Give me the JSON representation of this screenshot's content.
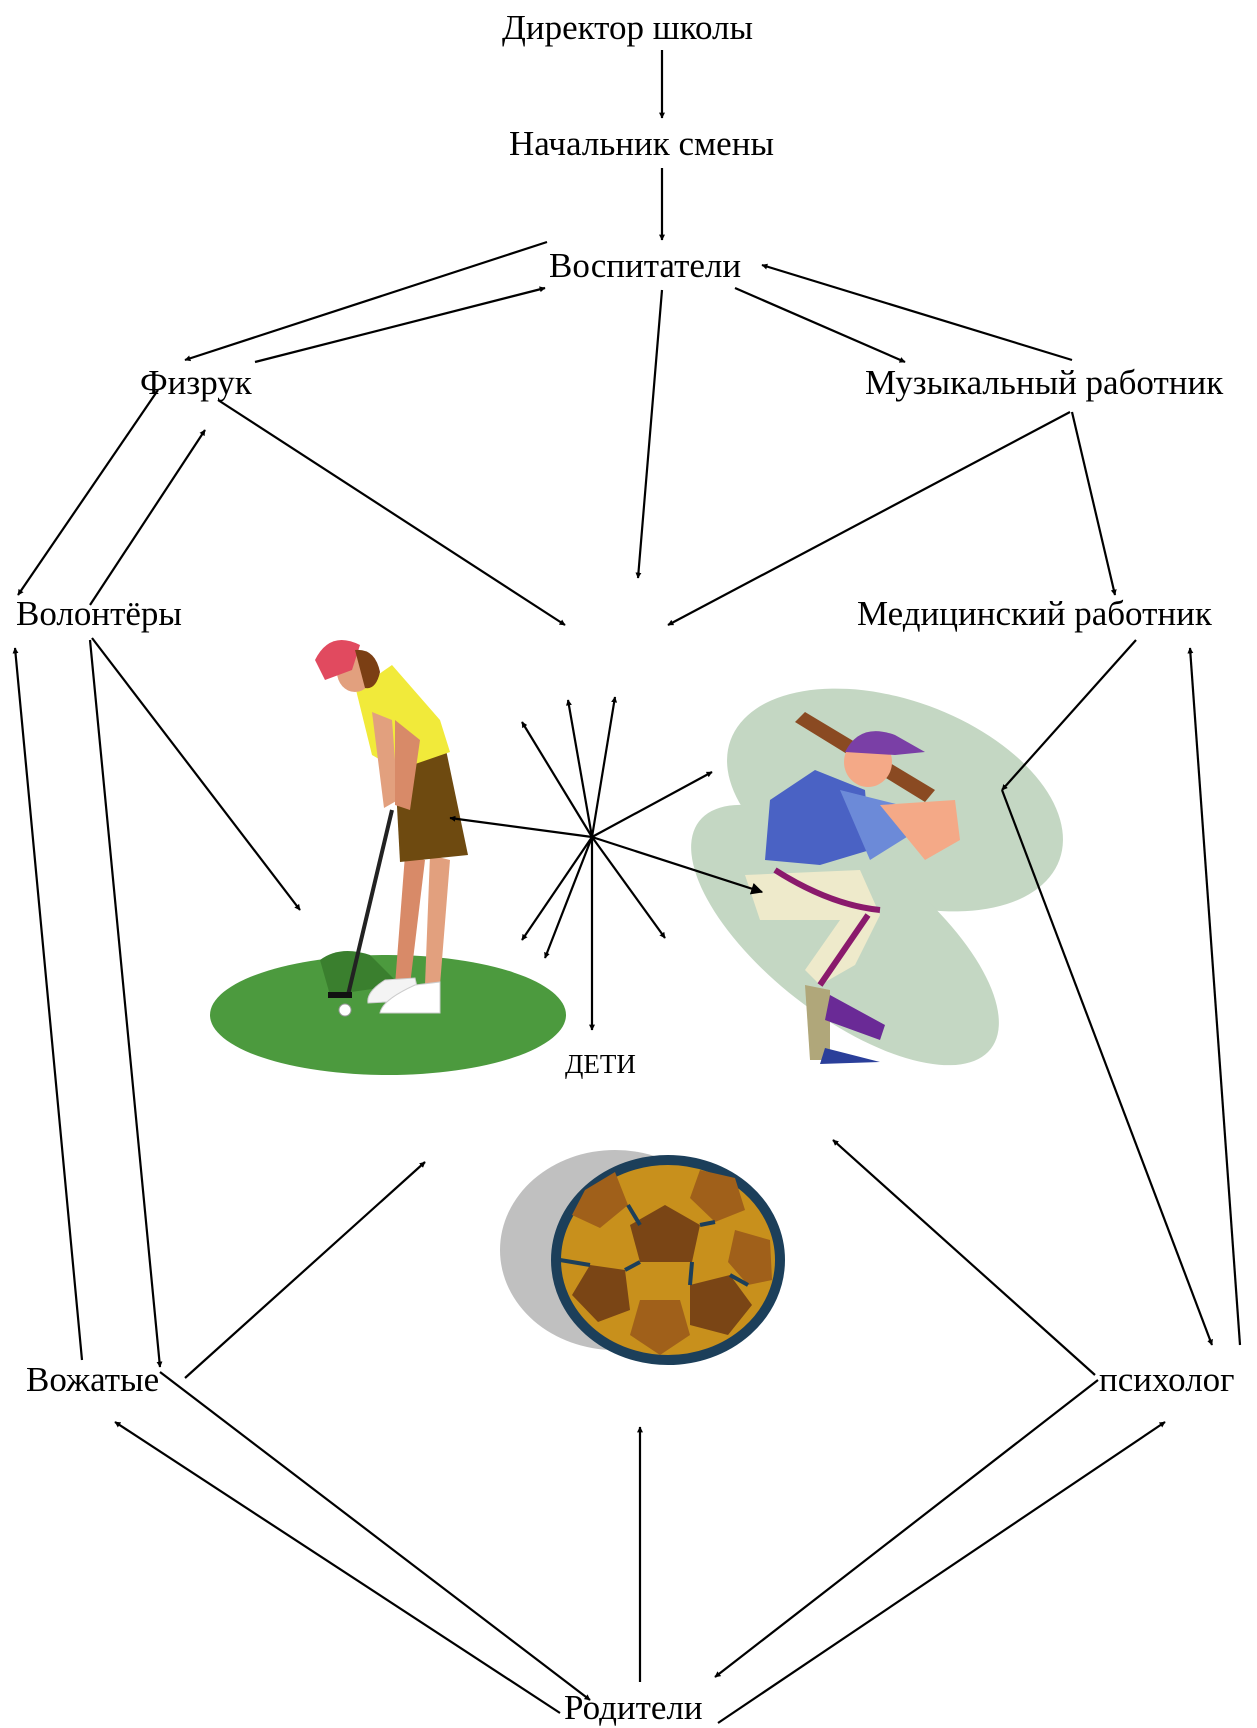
{
  "nodes": {
    "director": "Директор школы",
    "head": "Начальник смены",
    "teachers": "Воспитатели",
    "phys": "Физрук",
    "music": "Музыкальный работник",
    "volunteers": "Волонтёры",
    "medic": "Медицинский работник",
    "children": "ДЕТИ",
    "counselors": "Вожатые",
    "psychologist": "психолог",
    "parents": "Родители"
  },
  "images": [
    "golfer-clipart",
    "baseball-batter-clipart",
    "soccer-ball-clipart"
  ],
  "colors": {
    "line": "#000000",
    "grass": "#4c9a3e",
    "shadow_green": "#c4d7c3",
    "ball_shadow": "#c0c0c0",
    "ball_gold": "#c8901c",
    "ball_brown": "#7a4515",
    "ball_edge": "#1c3f5a"
  }
}
